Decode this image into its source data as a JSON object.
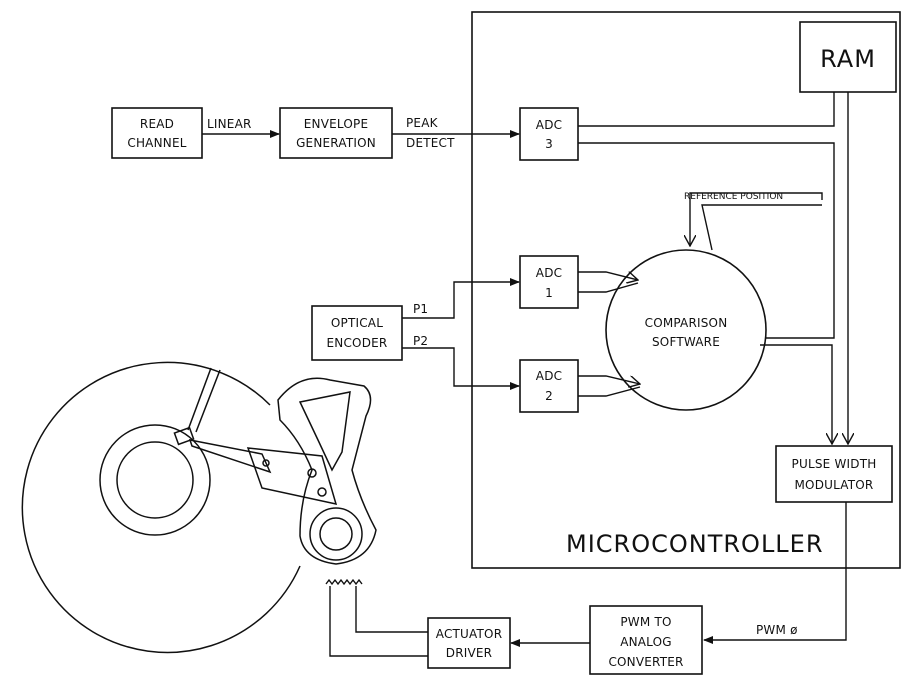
{
  "blocks": {
    "read_channel": [
      "READ",
      "CHANNEL"
    ],
    "envelope_generation": [
      "ENVELOPE",
      "GENERATION"
    ],
    "adc3": [
      "ADC",
      "3"
    ],
    "adc1": [
      "ADC",
      "1"
    ],
    "adc2": [
      "ADC",
      "2"
    ],
    "ram": "RAM",
    "optical_encoder": [
      "OPTICAL",
      "ENCODER"
    ],
    "comparison_software": [
      "COMPARISON",
      "SOFTWARE"
    ],
    "pulse_width_modulator": [
      "PULSE WIDTH",
      "MODULATOR"
    ],
    "microcontroller": "MICROCONTROLLER",
    "pwm_to_analog_converter": [
      "PWM TO",
      "ANALOG",
      "CONVERTER"
    ],
    "actuator_driver": [
      "ACTUATOR",
      "DRIVER"
    ]
  },
  "signals": {
    "linear": "LINEAR",
    "peak_detect": [
      "PEAK",
      "DETECT"
    ],
    "reference_position": "REFERENCE POSITION",
    "p1": "P1",
    "p2": "P2",
    "pwm_phi": "PWM ø"
  },
  "colors": {
    "ink": "#111111",
    "background": "#ffffff"
  }
}
